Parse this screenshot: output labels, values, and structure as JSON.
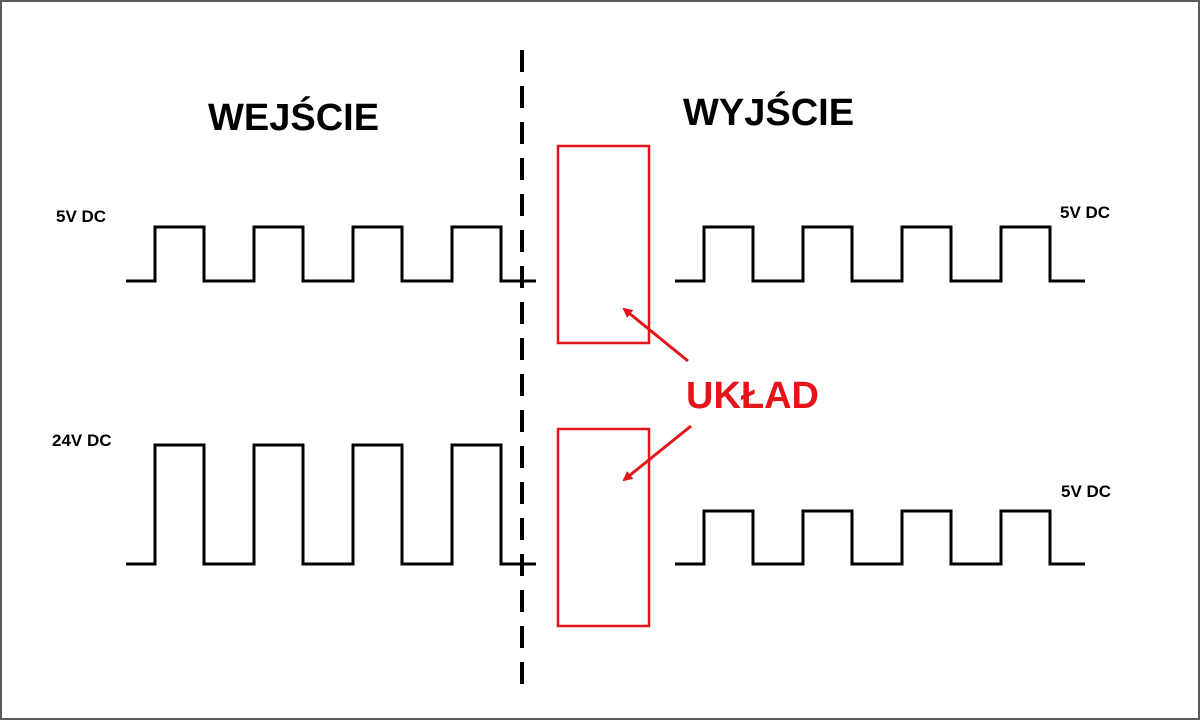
{
  "sections": {
    "input_title": "WEJŚCIE",
    "output_title": "WYJŚCIE"
  },
  "signals": {
    "input_top": {
      "label": "5V DC",
      "pulses": 4
    },
    "input_bottom": {
      "label": "24V DC",
      "pulses": 4
    },
    "output_top": {
      "label": "5V DC",
      "pulses": 4
    },
    "output_bottom": {
      "label": "5V DC",
      "pulses": 4
    }
  },
  "circuit": {
    "label": "UKŁAD",
    "blocks": 2
  },
  "colors": {
    "line": "#000000",
    "accent": "#e5141b",
    "frame": "#5a5a5a",
    "background": "#ffffff"
  }
}
